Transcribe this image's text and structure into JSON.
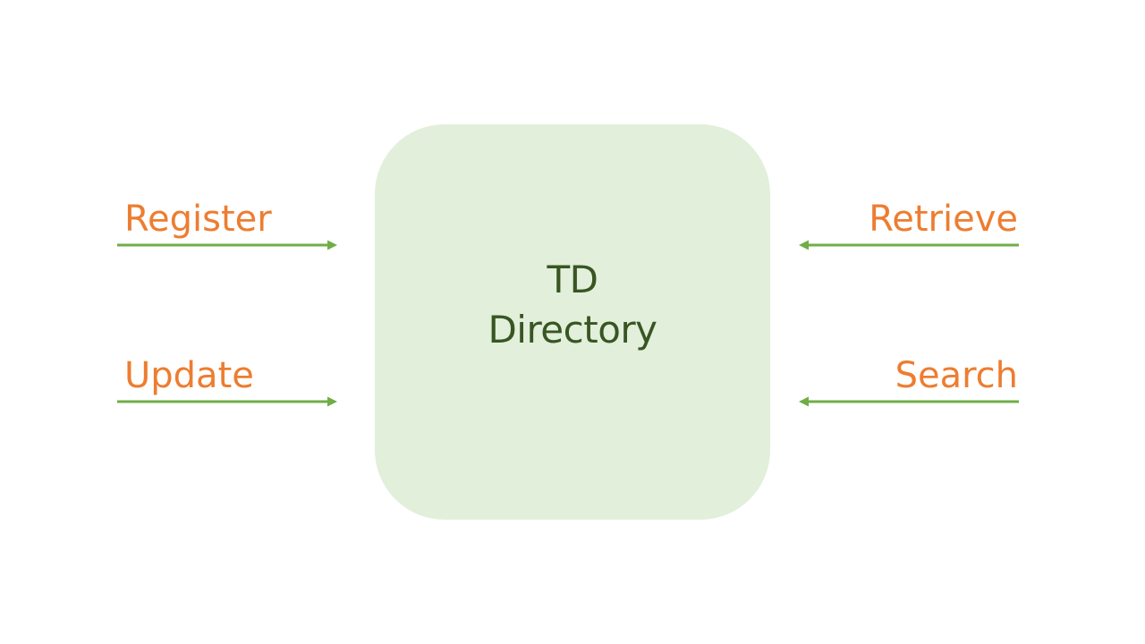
{
  "colors": {
    "box_fill": "#e2efda",
    "box_text": "#375623",
    "label_text": "#ed7d31",
    "arrow": "#70ad47"
  },
  "directory": {
    "line1": "TD",
    "line2": "Directory"
  },
  "operations": {
    "register": "Register",
    "update": "Update",
    "retrieve": "Retrieve",
    "search": "Search"
  }
}
